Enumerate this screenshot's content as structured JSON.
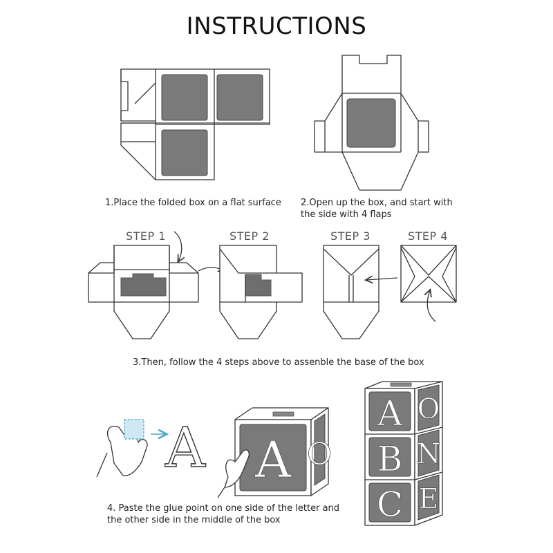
{
  "title": "INSTRUCTIONS",
  "captions": {
    "c1": "1.Place the folded box on a flat surface",
    "c2_line1": "2.Open up the box, and start with",
    "c2_line2": "the side with 4 flaps",
    "c3": "3.Then, follow the 4 steps above to assenble the base of the box",
    "c4_line1": "4. Paste the glue point on one side of the letter and",
    "c4_line2": "the other side in the middle of the box"
  },
  "steps": [
    "STEP 1",
    "STEP 2",
    "STEP 3",
    "STEP 4"
  ],
  "letters": {
    "standalone": "A",
    "cube_front": "A",
    "cube_side": "O",
    "stack": [
      {
        "front": "A",
        "side": "O"
      },
      {
        "front": "B",
        "side": "N"
      },
      {
        "front": "C",
        "side": "E"
      }
    ]
  },
  "colors": {
    "panel": "#7a7a7a",
    "line": "#333333",
    "arrow_accent": "#4aa3c8"
  }
}
